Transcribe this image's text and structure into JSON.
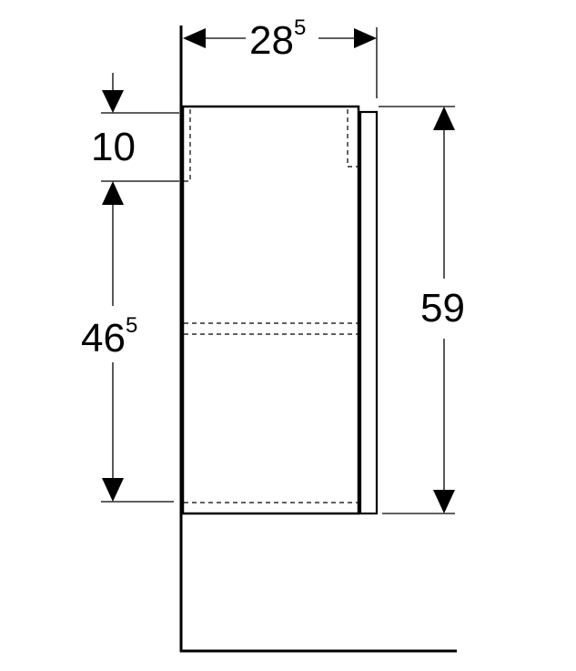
{
  "dimensions": {
    "width": {
      "main": "28",
      "sup": "5"
    },
    "top_offset": {
      "main": "10"
    },
    "lower_height": {
      "main": "46",
      "sup": "5"
    },
    "total_height": {
      "main": "59"
    }
  },
  "colors": {
    "line": "#000000",
    "background": "#ffffff"
  }
}
